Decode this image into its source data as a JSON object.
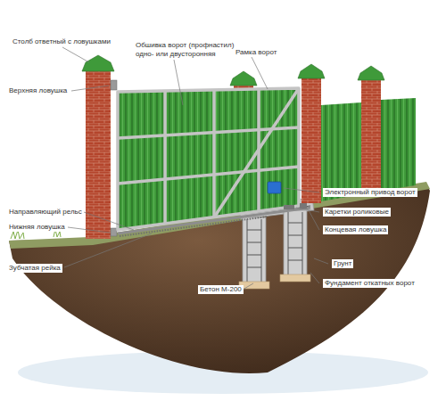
{
  "diagram": {
    "labels": [
      "Столб ответный с ловушками",
      "Обшивка ворот (профнастил) одно- или двусторонняя",
      "Рамка ворот",
      "Верхняя ловушка",
      "Направляющий рельс",
      "Нижняя ловушка",
      "Зубчатая рейка",
      "Бетон М-200",
      "Электронный привод ворот",
      "Каретки роликовые",
      "Концевая ловушка",
      "Грунт",
      "Фундамент откатных ворот"
    ]
  }
}
